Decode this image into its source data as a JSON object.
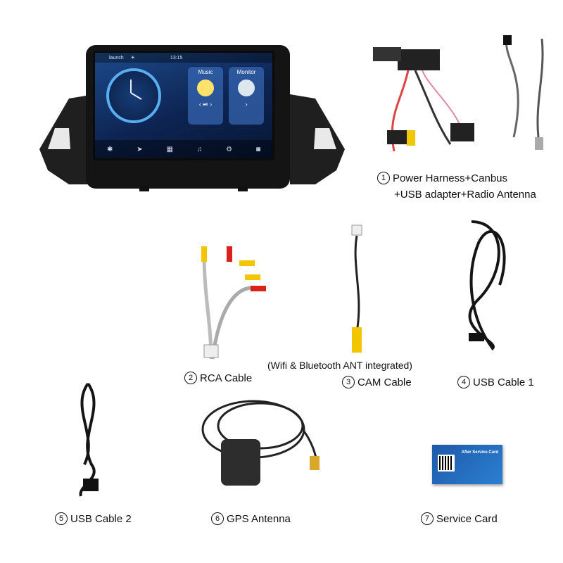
{
  "screen": {
    "launcher_label": "launch",
    "time": "13:15",
    "tiles": [
      {
        "label": "Music"
      },
      {
        "label": "Monitor"
      }
    ]
  },
  "items": [
    {
      "num": "1",
      "label": "Power Harness+Canbus",
      "label2": "+USB adapter+Radio Antenna"
    },
    {
      "num": "2",
      "label": "RCA Cable"
    },
    {
      "num": "3",
      "label": "CAM Cable"
    },
    {
      "num": "4",
      "label": "USB Cable 1"
    },
    {
      "num": "5",
      "label": "USB Cable 2"
    },
    {
      "num": "6",
      "label": "GPS Antenna"
    },
    {
      "num": "7",
      "label": "Service Card"
    }
  ],
  "note": "(Wifi & Bluetooth ANT integrated)",
  "service_card": {
    "title": "After Service Card"
  },
  "colors": {
    "frame": "#1a1a1a",
    "screen_blue": "#0d2452",
    "accent": "#59aef2",
    "card_blue": "#1d5aa8",
    "rca_yellow": "#f2c600",
    "rca_red": "#d8231d"
  }
}
